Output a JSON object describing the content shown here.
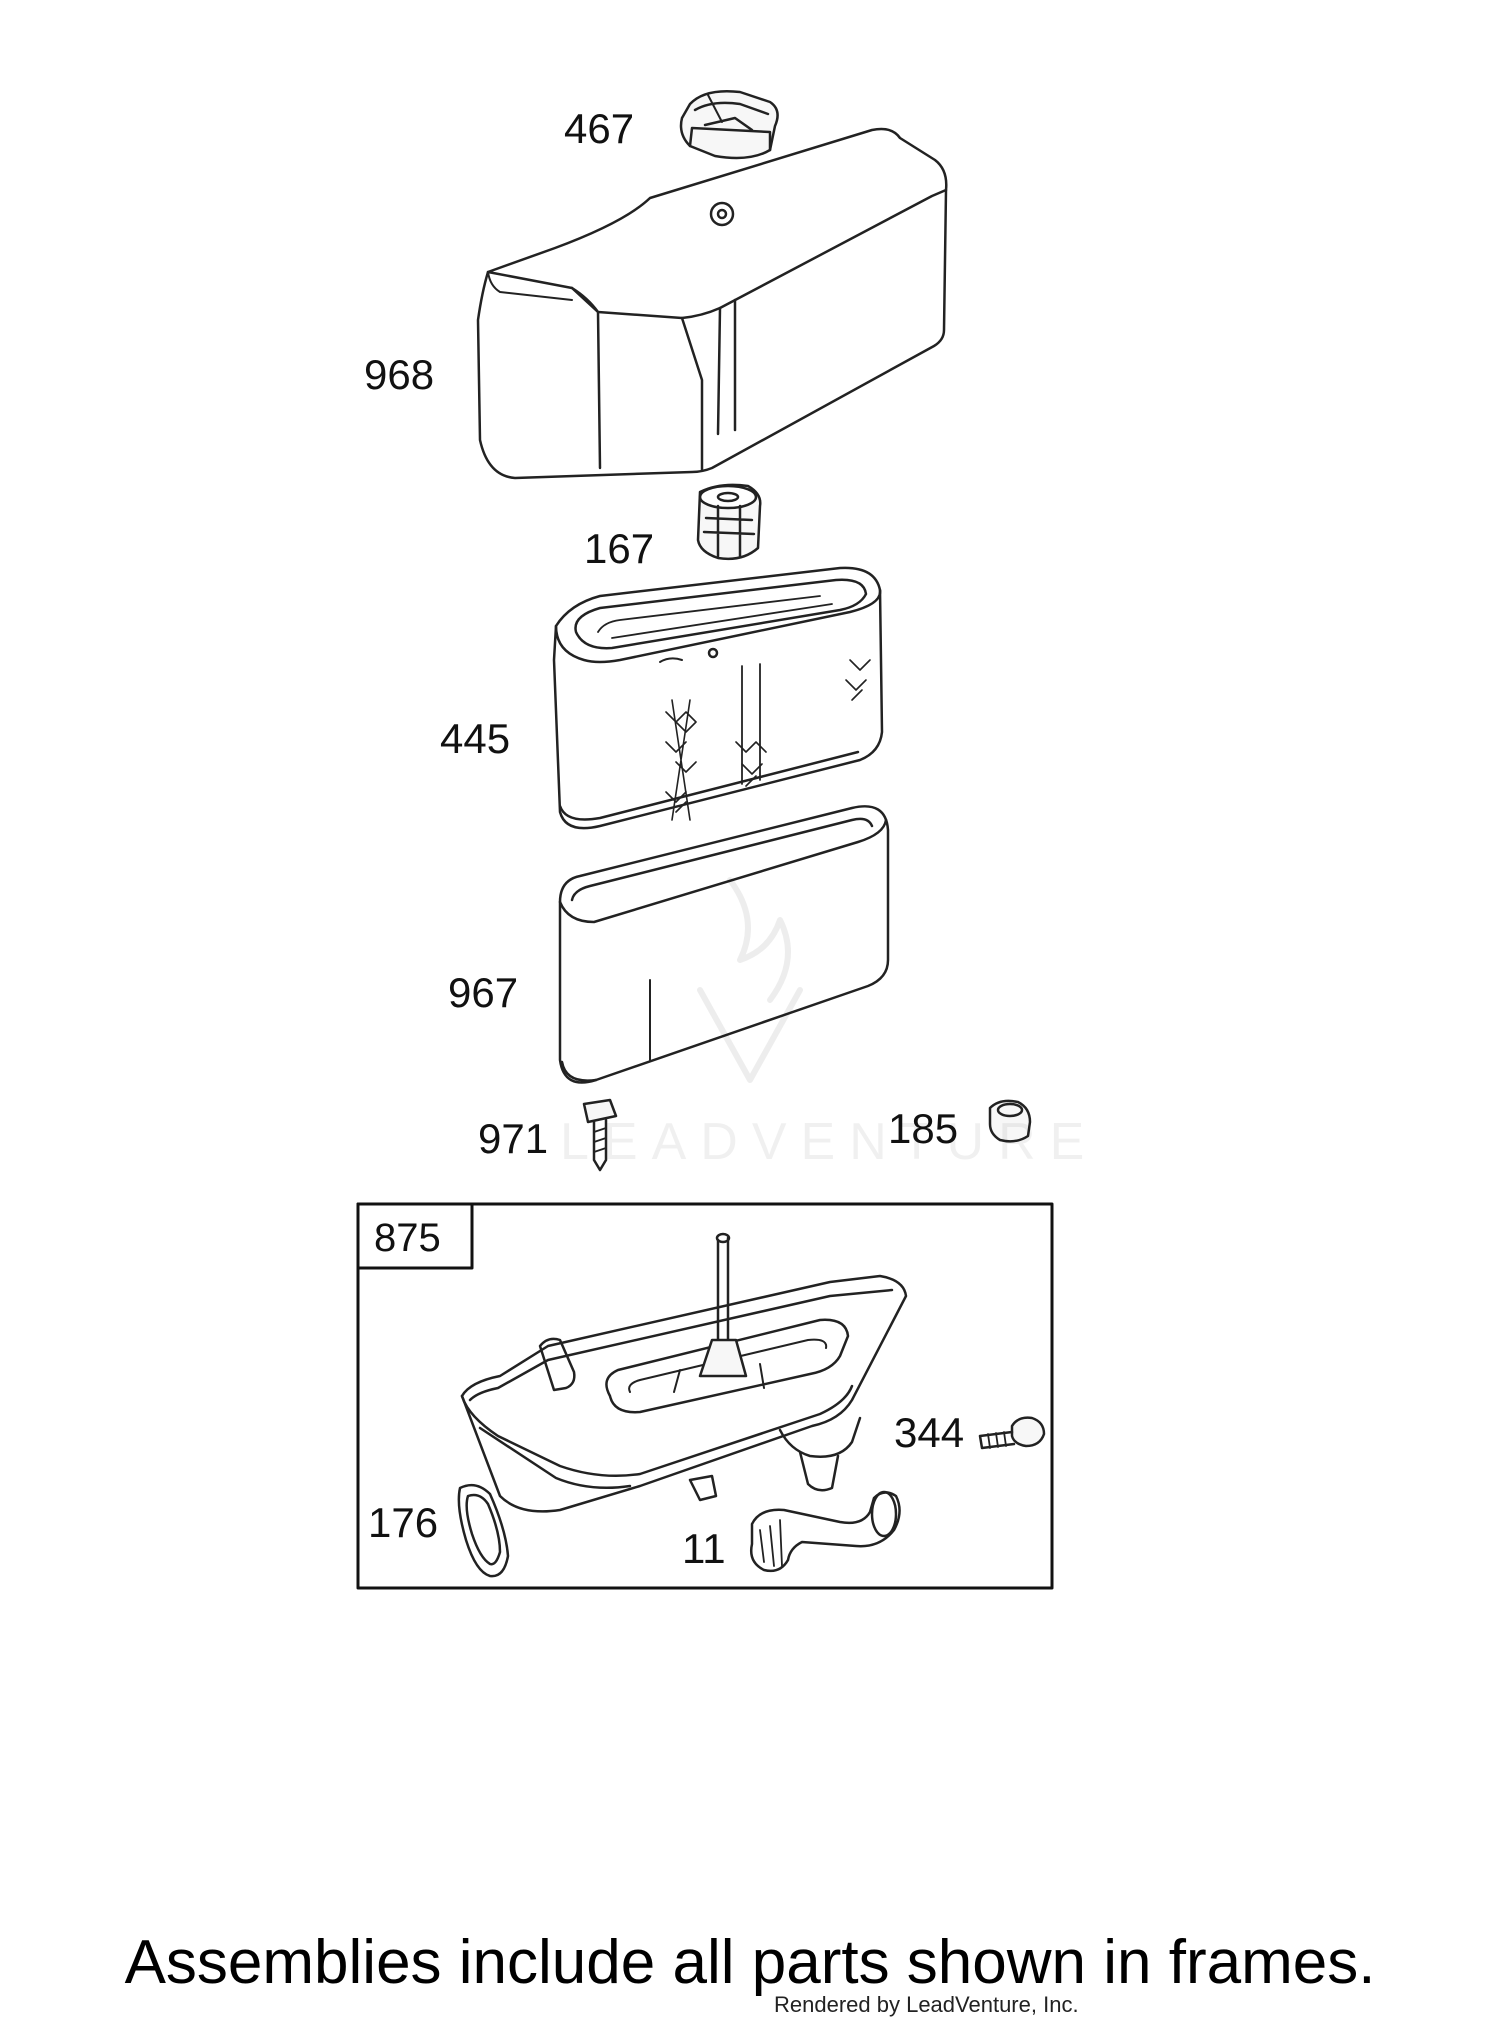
{
  "parts": {
    "p467": "467",
    "p968": "968",
    "p167": "167",
    "p445": "445",
    "p967": "967",
    "p971": "971",
    "p185": "185",
    "p344": "344",
    "p176": "176",
    "p11": "11"
  },
  "assembly_frame": {
    "label": "875"
  },
  "footer": {
    "note": "Assemblies include all parts shown in frames.",
    "credit": "Rendered by LeadVenture, Inc."
  },
  "watermark": {
    "text": "LEADVENTURE"
  },
  "colors": {
    "line": "#222222",
    "paper": "#ffffff",
    "fill": "#f7f7f7"
  }
}
